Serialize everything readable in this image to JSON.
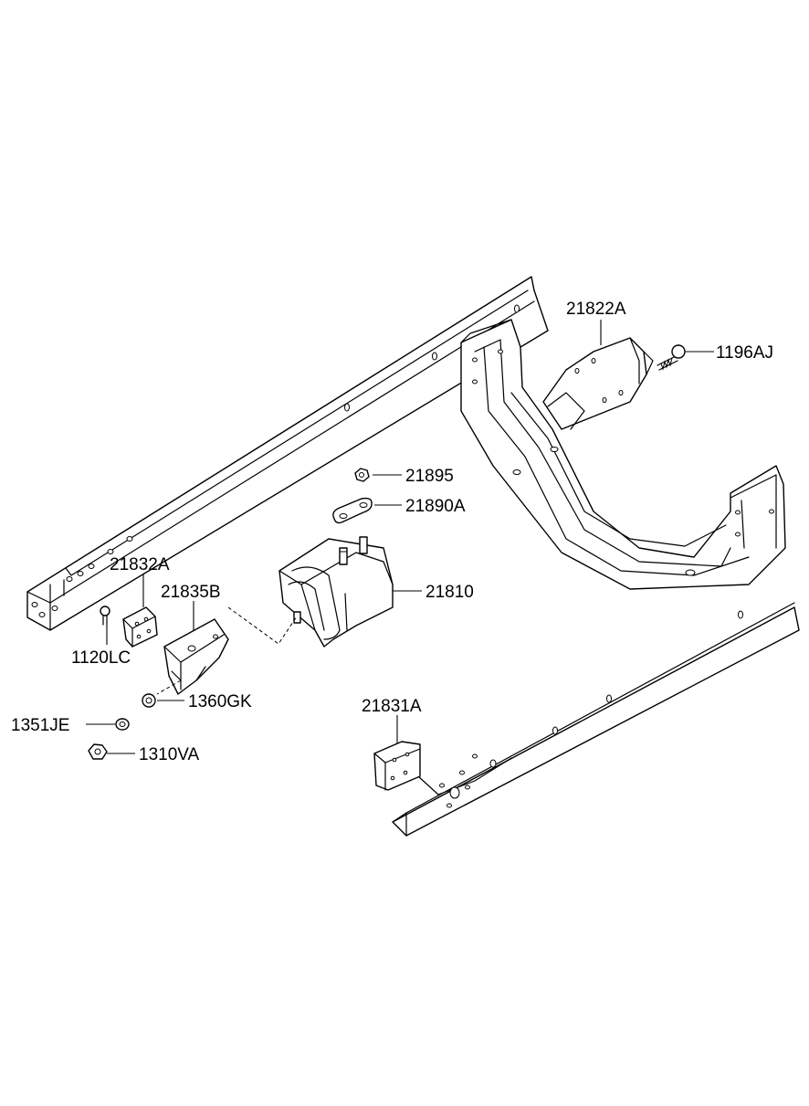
{
  "callouts": {
    "p21822A": "21822A",
    "p1196AJ": "1196AJ",
    "p21895": "21895",
    "p21890A": "21890A",
    "p21832A": "21832A",
    "p21835B": "21835B",
    "p21810": "21810",
    "p1120LC": "1120LC",
    "p1360GK": "1360GK",
    "p1351JE": "1351JE",
    "p1310VA": "1310VA",
    "p21831A": "21831A"
  },
  "colors": {
    "line": "#000000",
    "background": "#ffffff"
  }
}
